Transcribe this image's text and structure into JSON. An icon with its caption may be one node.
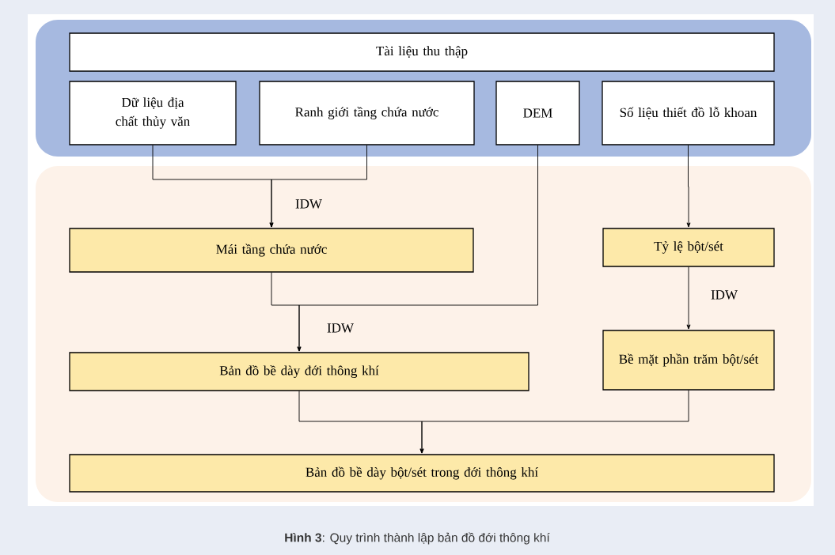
{
  "diagram": {
    "caption": "**Hình 3**: Quy trình thành lập bản đồ đới thông khí",
    "nodes": [
      {
        "text": [],
        "shape": "band"
      },
      {
        "text": [
          "Tài liệu thu thập"
        ],
        "in": 0
      },
      {
        "text": [
          "Dữ liệu địa chất thủy văn"
        ],
        "in": 0
      },
      {
        "text": [
          "Ranh giới tầng chứa nước"
        ],
        "in": 0
      },
      {
        "text": [
          "DEM"
        ],
        "in": 0
      },
      {
        "text": [
          "Số liệu thiết đồ lỗ khoan"
        ],
        "in": 0
      },
      {
        "text": [],
        "shape": "band"
      },
      {
        "text": [
          "Mái tầng chứa nước"
        ],
        "in": 6
      },
      {
        "text": [
          "Tỷ lệ bột/sét"
        ],
        "in": 6
      },
      {
        "text": [
          "Bản đồ bề dày đới thông khí"
        ],
        "in": 6
      },
      {
        "text": [
          "Bề mặt phần trăm bột/sét"
        ],
        "in": 6
      },
      {
        "text": [
          "Bản đồ bề dày bột/sét trong đới thông khí"
        ],
        "in": 6
      }
    ],
    "edges": [
      {
        "from": 2,
        "to": 7,
        "arrow": "to",
        "label": "IDW"
      },
      {
        "from": 3,
        "to": 7,
        "arrow": "to"
      },
      {
        "from": 7,
        "to": 9,
        "arrow": "to",
        "label": "IDW"
      },
      {
        "from": 4,
        "to": 9,
        "arrow": "to"
      },
      {
        "from": 5,
        "to": 8,
        "arrow": "to"
      },
      {
        "from": 8,
        "to": 10,
        "arrow": "to",
        "label": "IDW"
      },
      {
        "from": 9,
        "to": 11,
        "arrow": "to"
      },
      {
        "from": 10,
        "to": 11,
        "arrow": "to"
      }
    ]
  }
}
